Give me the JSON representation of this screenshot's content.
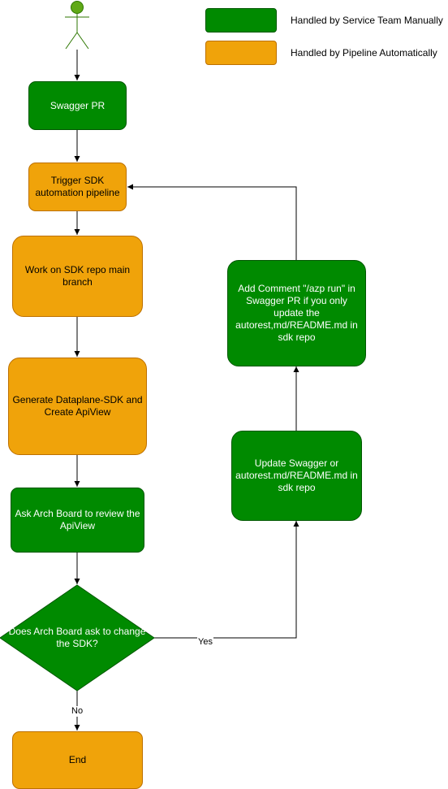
{
  "colors": {
    "manual": "#008a00",
    "manual_border": "#005700",
    "automatic": "#f0a30a",
    "automatic_border": "#bd7000",
    "actor": "#60a917",
    "edge": "#000000"
  },
  "legend": {
    "manual_label": "Handled by Service Team Manually",
    "automatic_label": "Handled by Pipeline Automatically"
  },
  "nodes": {
    "swagger_pr": "Swagger PR",
    "trigger_pipeline": "Trigger SDK automation pipeline",
    "work_on_repo": "Work on SDK repo main branch",
    "generate_sdk": "Generate Dataplane-SDK and Create ApiView",
    "ask_arch_board": "Ask Arch Board to review the ApiView",
    "decision": "Does Arch Board ask to change the SDK?",
    "end": "End",
    "update_swagger": "Update Swagger or autorest.md/README.md in sdk repo",
    "add_comment": "Add Comment \"/azp run\" in Swagger PR if you only update the autorest,md/README.md in sdk repo"
  },
  "edges": {
    "yes_label": "Yes",
    "no_label": "No"
  }
}
